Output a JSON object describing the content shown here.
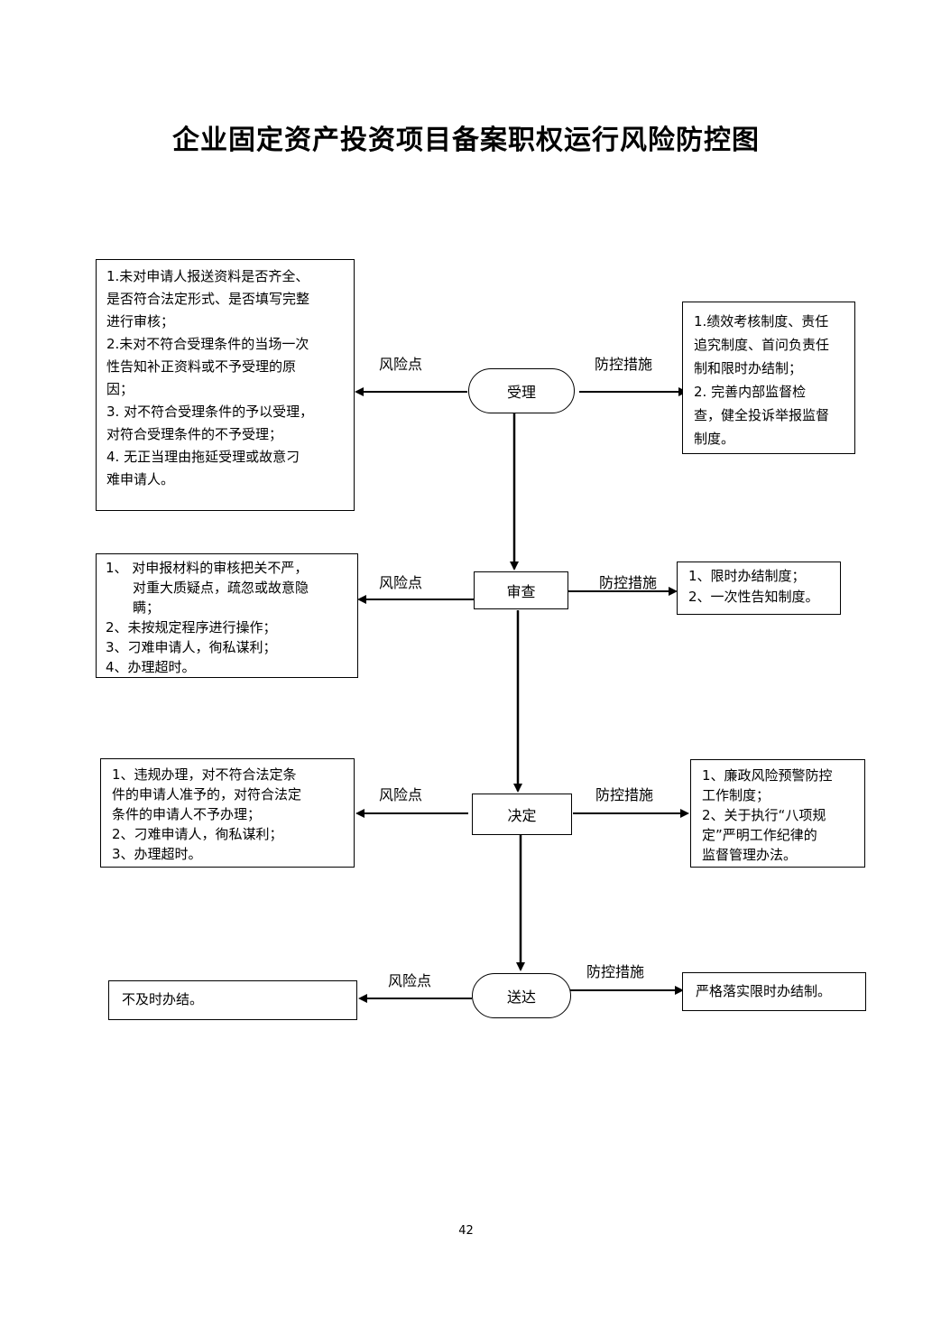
{
  "title": "企业固定资产投资项目备案职权运行风险防控图",
  "labels": {
    "risk": "风险点",
    "control": "防控措施"
  },
  "steps": [
    {
      "name": "受理",
      "risks": [
        "1.未对申请人报送资料是否齐全、",
        "是否符合法定形式、是否填写完整",
        "进行审核；",
        "2.未对不符合受理条件的当场一次",
        "性告知补正资料或不予受理的原",
        "因；",
        "3. 对不符合受理条件的予以受理，",
        "对符合受理条件的不予受理；",
        "4. 无正当理由拖延受理或故意刁",
        "难申请人。"
      ],
      "controls": [
        "1.绩效考核制度、责任",
        "追究制度、首问负责任",
        "制和限时办结制；",
        "2.  完善内部监督检",
        "查，健全投诉举报监督",
        "制度。"
      ]
    },
    {
      "name": "审查",
      "risks": [
        "1、 对申报材料的审核把关不严，",
        "对重大质疑点，疏忽或故意隐",
        "瞒；",
        "2、未按规定程序进行操作；",
        "3、刁难申请人，徇私谋利；",
        "4、办理超时。"
      ],
      "controls": [
        "1、限时办结制度；",
        "2、一次性告知制度。"
      ]
    },
    {
      "name": "决定",
      "risks": [
        "1、违规办理，对不符合法定条",
        "件的申请人准予的，对符合法定",
        "条件的申请人不予办理；",
        "2、刁难申请人，徇私谋利；",
        "3、办理超时。"
      ],
      "controls": [
        "1、廉政风险预警防控",
        "工作制度；",
        "2、关于执行“八项规",
        "定”严明工作纪律的",
        "监督管理办法。"
      ]
    },
    {
      "name": "送达",
      "risks": [
        "不及时办结。"
      ],
      "controls": [
        "严格落实限时办结制。"
      ]
    }
  ],
  "page_number": "42"
}
